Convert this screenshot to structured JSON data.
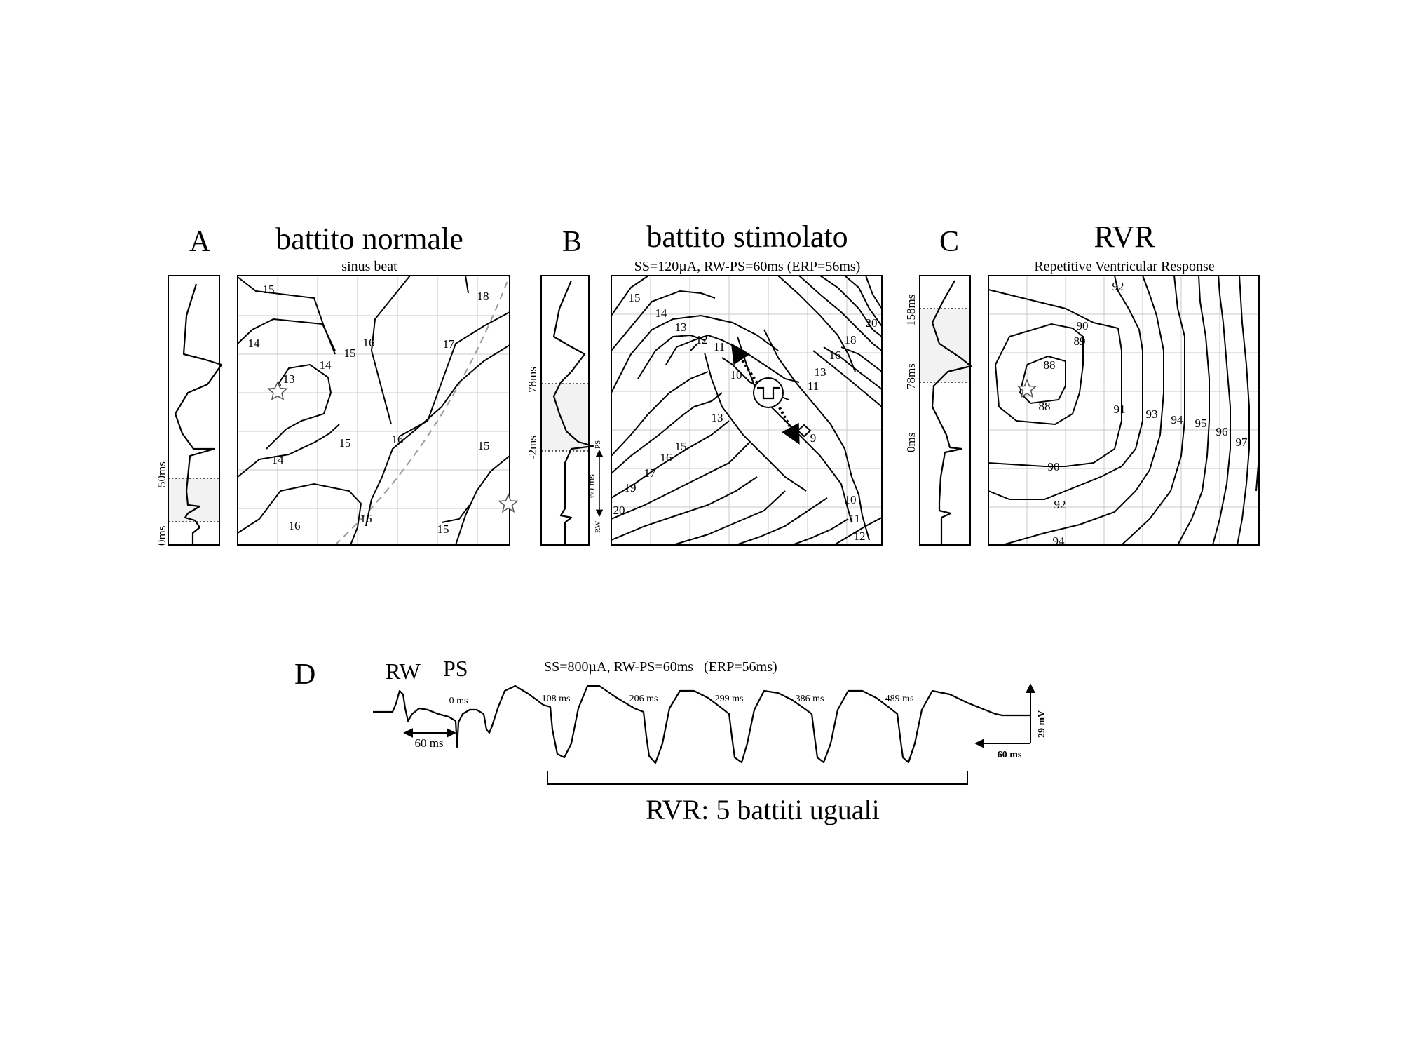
{
  "panels": {
    "a": {
      "letter": "A",
      "title": "battito normale",
      "subtitle": "sinus beat",
      "trace_labels": [
        "0ms",
        "50ms"
      ],
      "contour_labels": [
        "15",
        "18",
        "14",
        "15",
        "17",
        "13",
        "14",
        "16",
        "15",
        "16",
        "14",
        "15",
        "16",
        "16",
        "15"
      ]
    },
    "b": {
      "letter": "B",
      "title": "battito stimolato",
      "subtitle": "SS=120µA, RW-PS=60ms (ERP=56ms)",
      "trace_labels": [
        "-2ms",
        "78ms",
        "60 ms",
        "PS",
        "RW"
      ],
      "contour_labels": [
        "15",
        "14",
        "13",
        "12",
        "11",
        "10",
        "20",
        "18",
        "16",
        "13",
        "11",
        "9",
        "13",
        "15",
        "16",
        "17",
        "19",
        "20",
        "10",
        "11",
        "12"
      ]
    },
    "c": {
      "letter": "C",
      "title": "RVR",
      "subtitle": "Repetitive Ventricular Response",
      "trace_labels": [
        "0ms",
        "78ms",
        "158ms"
      ],
      "contour_labels": [
        "92",
        "90",
        "89",
        "88",
        "88",
        "91",
        "93",
        "94",
        "95",
        "96",
        "97",
        "90",
        "92",
        "94"
      ]
    }
  },
  "panel_d": {
    "letter": "D",
    "rw_label": "RW",
    "ps_label": "PS",
    "stim_info": "SS=800µA, RW-PS=60ms   (ERP=56ms)",
    "interval_label": "60 ms",
    "beat_times": [
      "0 ms",
      "108 ms",
      "206 ms",
      "299 ms",
      "386 ms",
      "489 ms"
    ],
    "scale_voltage": "29 mV",
    "scale_time": "60 ms",
    "caption": "RVR: 5 battiti uguali"
  },
  "colors": {
    "ink": "#000000",
    "grid": "#c8c8c8",
    "highlight": "#f2f2f2",
    "dashed_curve": "#9a9a9a"
  },
  "icon_names": [
    "star-icon",
    "stimulus-electrode-icon",
    "diamond-marker-icon"
  ]
}
